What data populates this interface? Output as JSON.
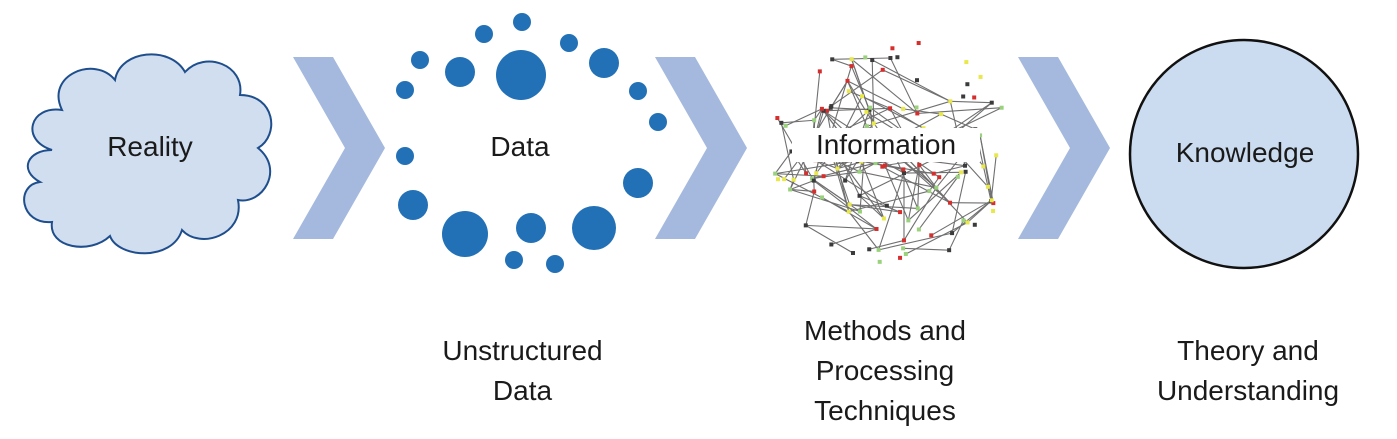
{
  "diagram": {
    "stages": [
      {
        "id": "reality",
        "title": "Reality",
        "caption": ""
      },
      {
        "id": "data",
        "title": "Data",
        "caption": "Unstructured\nData"
      },
      {
        "id": "information",
        "title": "Information",
        "caption": "Methods and\nProcessing\nTechniques"
      },
      {
        "id": "knowledge",
        "title": "Knowledge",
        "caption": "Theory and\nUnderstanding"
      }
    ],
    "colors": {
      "chevron": "#a4b9dd",
      "cloud_fill": "#d0def0",
      "cloud_stroke": "#1f4e8c",
      "dot": "#2270b6",
      "circle_fill": "#ccdcf0",
      "circle_stroke": "#111111",
      "network_edge": "#6f6f6f",
      "network_nodes": [
        "#d62d2d",
        "#e8e84a",
        "#3b3b3b",
        "#9ad17c"
      ]
    }
  }
}
